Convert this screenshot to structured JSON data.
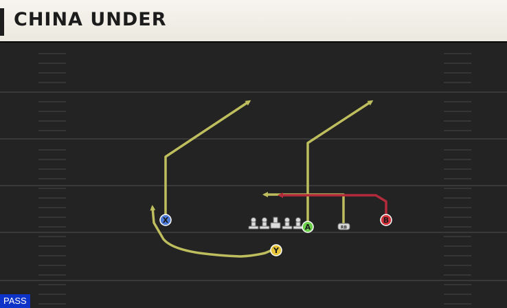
{
  "play": {
    "title": "CHINA UNDER",
    "mode": "PASS"
  },
  "players": {
    "X": {
      "label": "X",
      "color": "#4c7bd8"
    },
    "Y": {
      "label": "Y",
      "color": "#e6c43a"
    },
    "A": {
      "label": "A",
      "color": "#6ccf4c"
    },
    "B": {
      "label": "B",
      "color": "#d3313a"
    },
    "RB": {
      "label": "RB"
    }
  },
  "route_colors": {
    "default": "#bfbe5e",
    "primary": "#b32b3a"
  }
}
